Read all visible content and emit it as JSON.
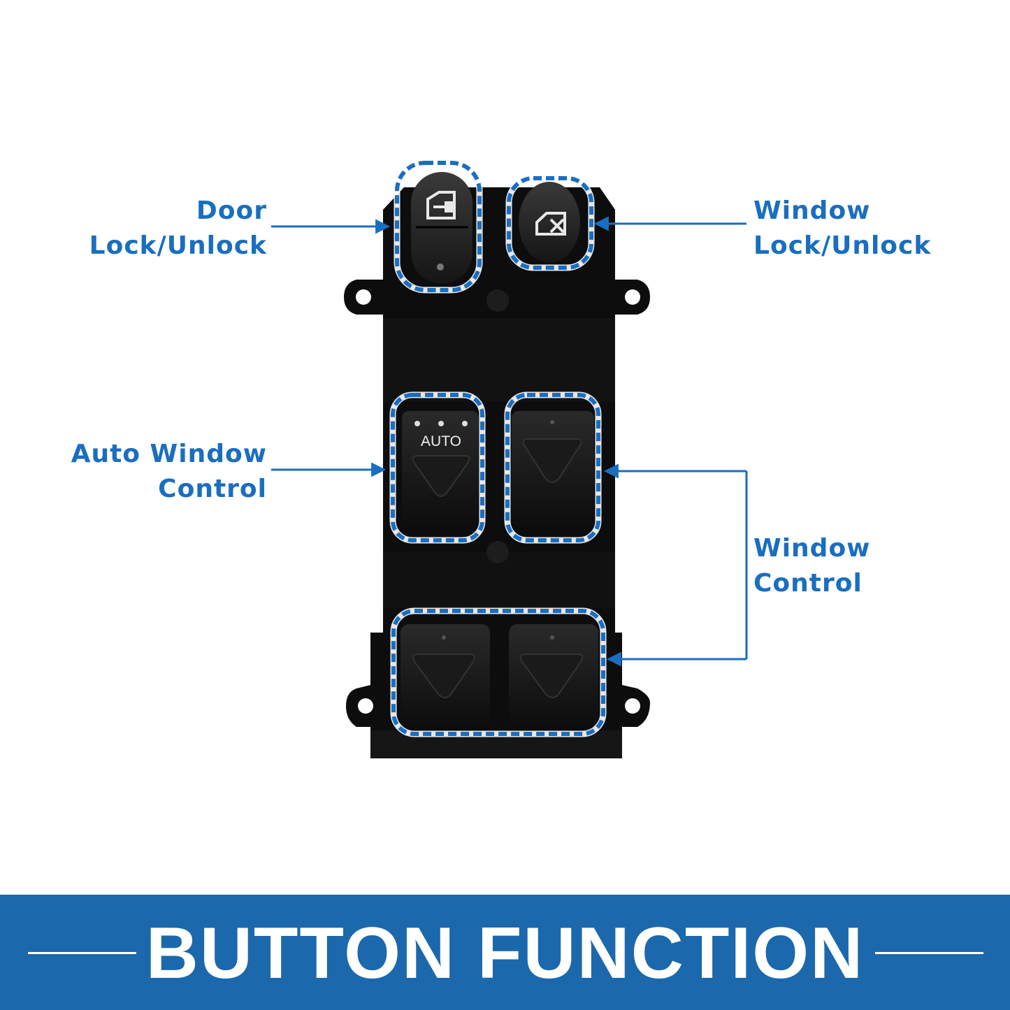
{
  "labels": {
    "door_lock": [
      "Door",
      "Lock/Unlock"
    ],
    "window_lock": [
      "Window",
      "Lock/Unlock"
    ],
    "auto_window": [
      "Auto Window",
      "Control"
    ],
    "window_control": [
      "Window",
      "Control"
    ]
  },
  "switch": {
    "auto_text": "AUTO"
  },
  "banner": {
    "title": "BUTTON FUNCTION"
  },
  "colors": {
    "accent": "#1a6ec0",
    "banner": "#1b68ad",
    "device": "#0a0a0a"
  },
  "icons": [
    "door-lock-icon",
    "window-lock-icon"
  ]
}
